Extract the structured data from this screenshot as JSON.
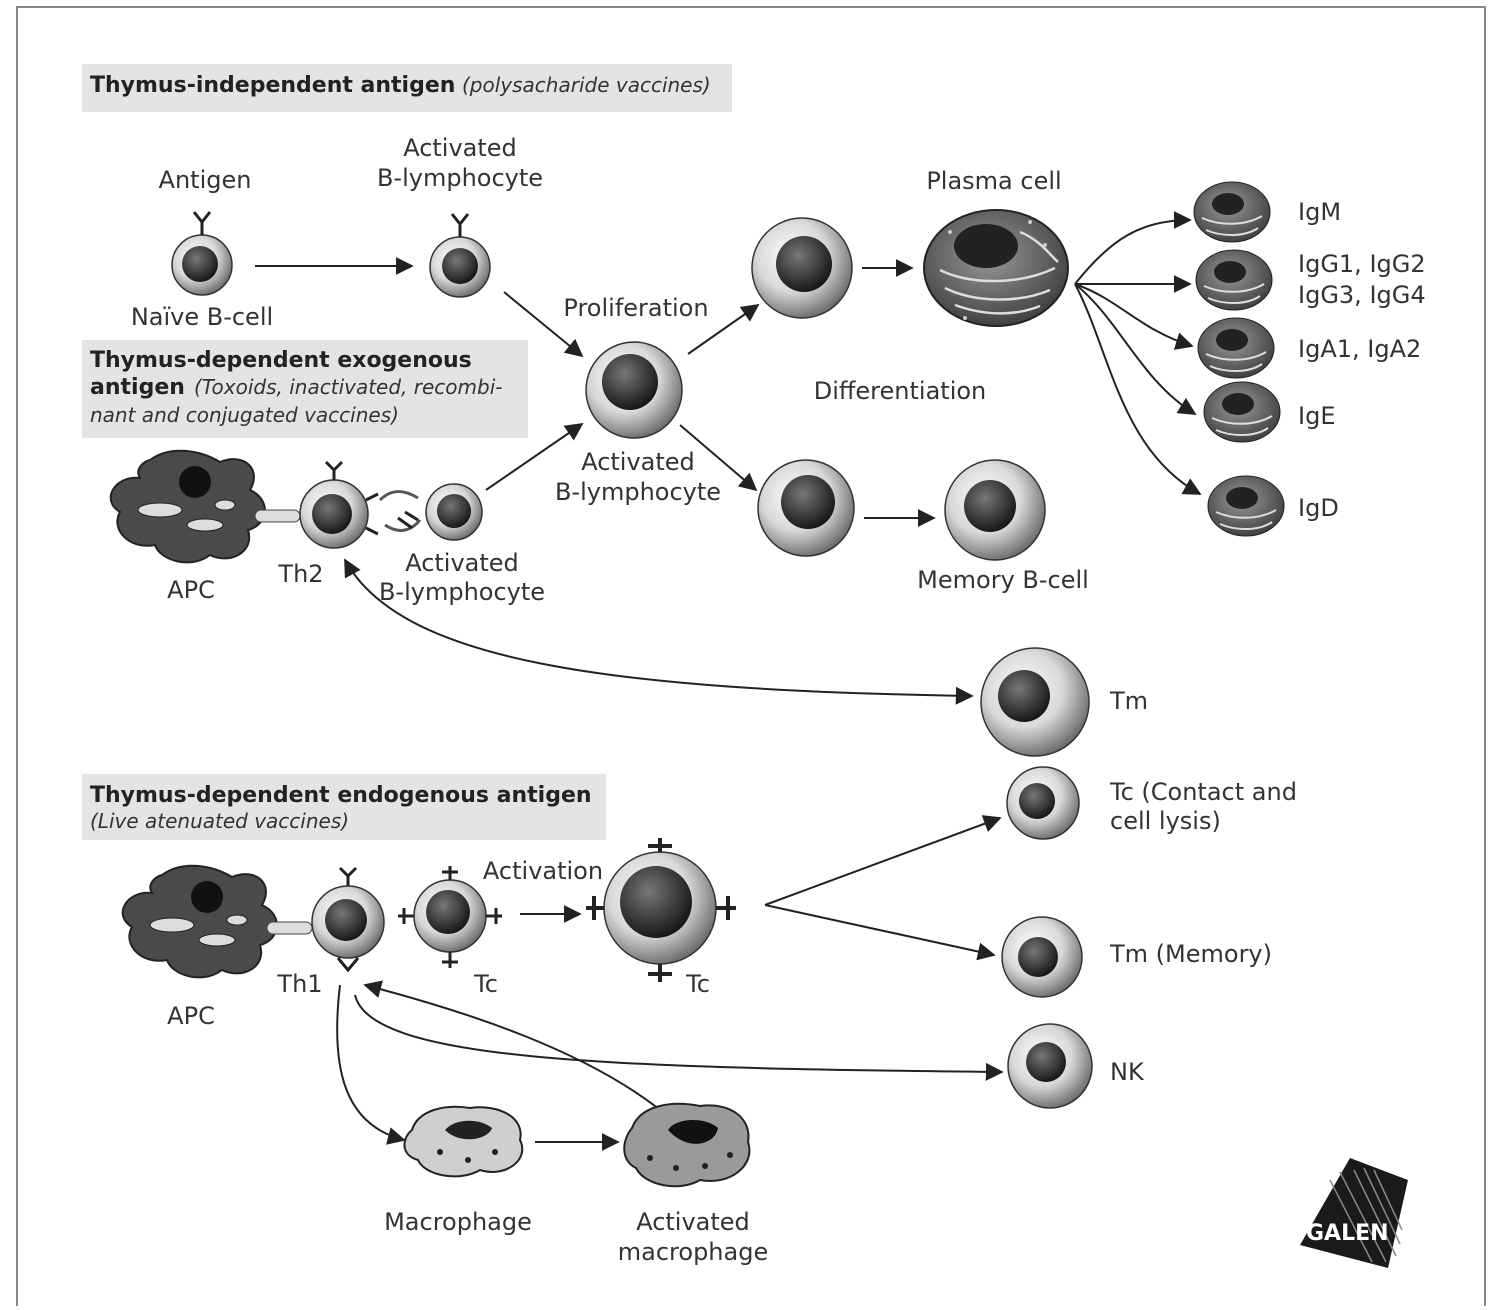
{
  "sections": {
    "independent": {
      "title": "Thymus-independent antigen",
      "subtitle": "(polysacharide vaccines)"
    },
    "exogenous": {
      "title_line1": "Thymus-dependent exogenous",
      "title_line2": "antigen",
      "sub_line1": "(Toxoids, inactivated, recombi-",
      "sub_line2": "nant and conjugated vaccines)"
    },
    "endogenous": {
      "title": "Thymus-dependent endogenous antigen",
      "subtitle": "(Live atenuated vaccines)"
    }
  },
  "labels": {
    "antigen": "Antigen",
    "naive_b_cell": "Naïve B-cell",
    "activated": "Activated",
    "b_lymphocyte": "B-lymphocyte",
    "proliferation": "Proliferation",
    "plasma_cell": "Plasma cell",
    "differentiation": "Differentiation",
    "memory_b_cell": "Memory B-cell",
    "apc": "APC",
    "th2": "Th2",
    "th1": "Th1",
    "tc": "Tc",
    "activation": "Activation",
    "tm": "Tm",
    "tc_contact_line1": "Tc (Contact and",
    "tc_contact_line2": "cell lysis)",
    "tm_memory": "Tm (Memory)",
    "nk": "NK",
    "macrophage": "Macrophage",
    "activated_macrophage_line1": "Activated",
    "activated_macrophage_line2": "macrophage"
  },
  "antibodies": [
    "IgM",
    "IgG1, IgG2",
    "IgG3, IgG4",
    "IgA1, IgA2",
    "IgE",
    "IgD"
  ],
  "logo": "GALEN"
}
